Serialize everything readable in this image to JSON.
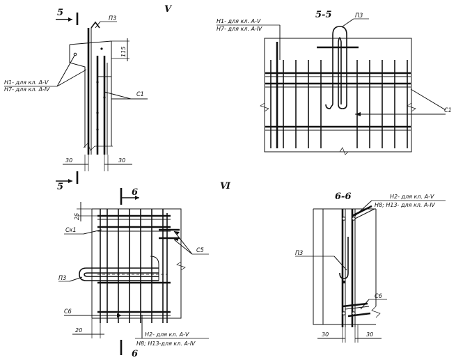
{
  "views": {
    "view5": {
      "title": "Ⅴ",
      "section_mark": "5",
      "labels": {
        "p3": "П3",
        "h1": "Н1- для кл. А-Ⅴ",
        "h7": "Н7- для кл. А-Ⅳ",
        "c1": "С1",
        "dim_115": "115",
        "dim_30_left": "30",
        "dim_30_right": "30"
      }
    },
    "section55": {
      "title": "5-5",
      "labels": {
        "h1": "Н1- для кл. А-Ⅴ",
        "h7": "Н7- для кл. А-Ⅳ",
        "p3": "П3",
        "c1": "С1"
      }
    },
    "view6": {
      "title": "Ⅵ",
      "section_mark": "6",
      "labels": {
        "dim_25": "25",
        "ck1": "Ск1",
        "c5": "С5",
        "p3": "П3",
        "c6": "С6",
        "dim_20": "20",
        "h2": "Н2- для кл. А-Ⅴ",
        "h8": "Н8; Н13-для кл. А-Ⅳ"
      }
    },
    "section66": {
      "title": "6-6",
      "labels": {
        "h2": "Н2- для кл. А-Ⅴ",
        "h8": "Н8; Н13- для кл. А-Ⅳ",
        "p3": "П3",
        "c6": "С6",
        "dim_30_left": "30",
        "dim_30_right": "30"
      }
    }
  }
}
